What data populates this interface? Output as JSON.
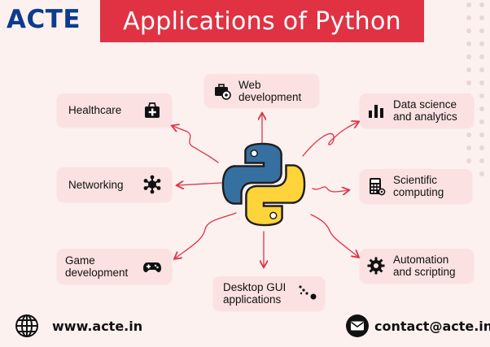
{
  "header": {
    "logo": "ACTE",
    "title": "Applications of Python"
  },
  "cards": {
    "web": "Web\ndevelopment",
    "healthcare": "Healthcare",
    "data_science": "Data science\nand analytics",
    "networking": "Networking",
    "scientific": "Scientific\ncomputing",
    "game": "Game\ndevelopment",
    "automation": "Automation\nand scripting",
    "desktop": "Desktop GUI\napplications"
  },
  "footer": {
    "website": "www.acte.in",
    "email": "contact@acte.in"
  },
  "colors": {
    "banner": "#e03243",
    "card": "#fbe1e1",
    "arrow": "#e03243",
    "python_blue": "#3670a0",
    "python_yellow": "#ffd43b"
  }
}
